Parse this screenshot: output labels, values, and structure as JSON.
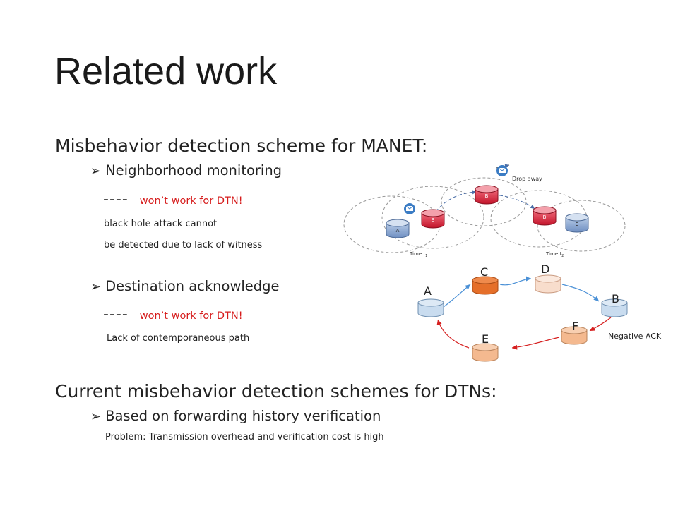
{
  "title": "Related work",
  "section1": {
    "heading": "Misbehavior detection scheme for MANET:",
    "bullet1": "Neighborhood monitoring",
    "bullet1_dash": "----",
    "bullet1_note": "won’t work for DTN!",
    "bullet1_detail_line1": "black hole attack cannot",
    "bullet1_detail_line2": "be detected due to lack of witness",
    "bullet2": "Destination acknowledge",
    "bullet2_dash": "----",
    "bullet2_note": "won’t work for DTN!",
    "bullet2_detail": "Lack of contemporaneous path"
  },
  "section2": {
    "heading": "Current misbehavior detection schemes for DTNs:",
    "bullet1": "Based on forwarding history verification",
    "bullet1_detail": "Problem: Transmission overhead and verification cost is high"
  },
  "figure1": {
    "drop_away": "Drop away",
    "time1": "Time t",
    "time1_sub": "1",
    "time2": "Time t",
    "time2_sub": "2",
    "node_a": "A",
    "node_b": "B",
    "node_c": "C"
  },
  "figure2": {
    "A": "A",
    "B": "B",
    "C": "C",
    "D": "D",
    "E": "E",
    "F": "F",
    "negative_ack": "Negative ACK"
  },
  "colors": {
    "warning_red": "#d61c1c",
    "node_blue": "#c9dcef",
    "node_orange": "#e56f2a",
    "node_light_peach": "#f8ddcc",
    "node_peach": "#f4b98f",
    "link_blue": "#4a90d6",
    "link_red": "#d62020"
  }
}
